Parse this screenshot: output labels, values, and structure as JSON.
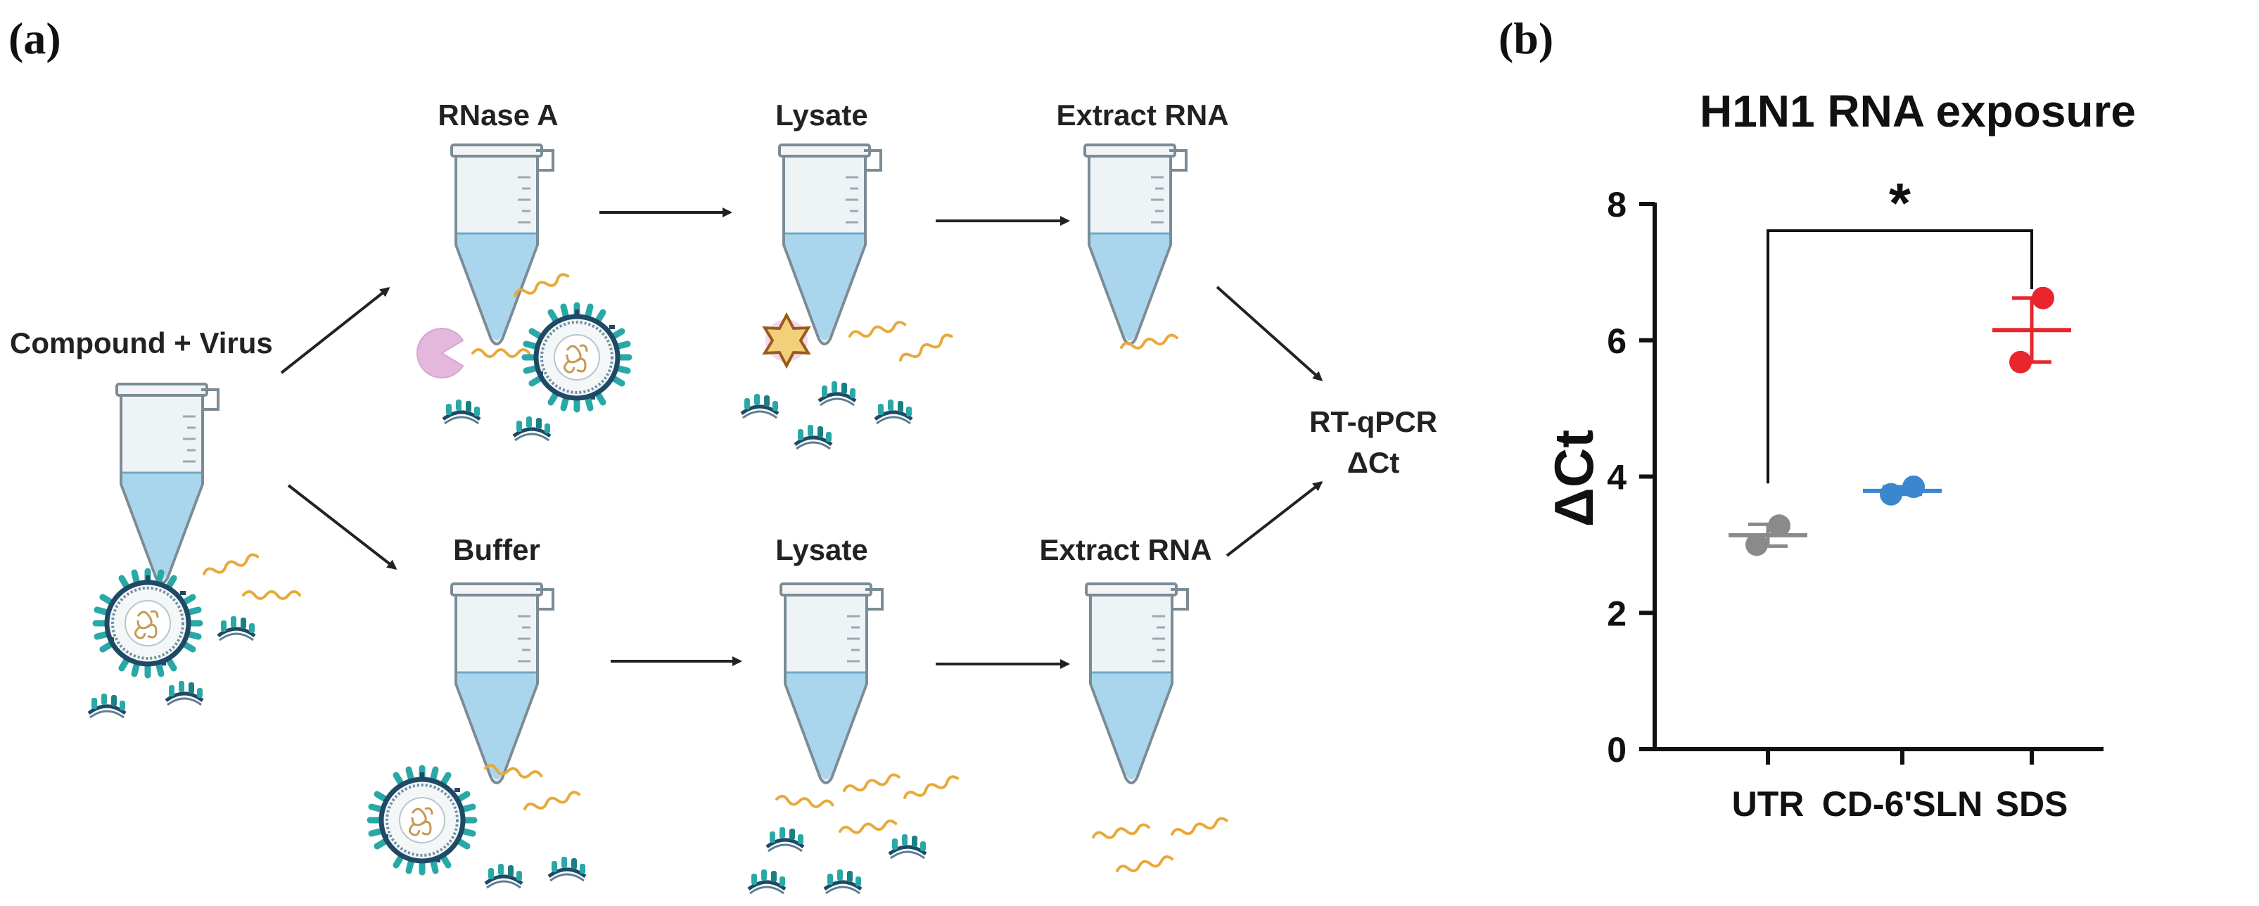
{
  "panel_a": {
    "label": "(a)",
    "start_label": "Compound + Virus",
    "rnase_label": "RNase A",
    "buffer_label": "Buffer",
    "lysate_top_label": "Lysate",
    "lysate_bottom_label": "Lysate",
    "extract_top_label": "Extract RNA",
    "extract_bottom_label": "Extract RNA",
    "rtqpcr_label": "RT-qPCR",
    "delta_ct_label": "ΔCt"
  },
  "panel_b": {
    "label": "(b)"
  },
  "chart_data": {
    "type": "scatter",
    "title": "H1N1 RNA exposure",
    "ylabel": "ΔCt",
    "xlabel": "",
    "categories": [
      "UTR",
      "CD-6'SLN",
      "SDS"
    ],
    "ylim": [
      0,
      8
    ],
    "yticks": [
      0,
      2,
      4,
      6,
      8
    ],
    "grid": false,
    "series": [
      {
        "category": "UTR",
        "points": [
          3.0,
          3.28
        ],
        "mean": 3.14,
        "error": [
          2.98,
          3.3
        ],
        "color": "#8a8a8a"
      },
      {
        "category": "CD-6'SLN",
        "points": [
          3.74,
          3.85
        ],
        "mean": 3.79,
        "error": [
          3.74,
          3.85
        ],
        "color": "#3b87cf"
      },
      {
        "category": "SDS",
        "points": [
          5.68,
          6.62
        ],
        "mean": 6.15,
        "error": [
          5.68,
          6.62
        ],
        "color": "#e8262d"
      }
    ],
    "significance": {
      "from": "UTR",
      "to": "SDS",
      "label": "*"
    }
  },
  "colors": {
    "tube_liquid": "#a9d6ec",
    "virus_teal": "#2aa8a8",
    "rna_strand": "#e8a93a",
    "enzyme": "#e4b8dc",
    "lysis_star": "#f2cf7a",
    "axis": "#111111"
  }
}
